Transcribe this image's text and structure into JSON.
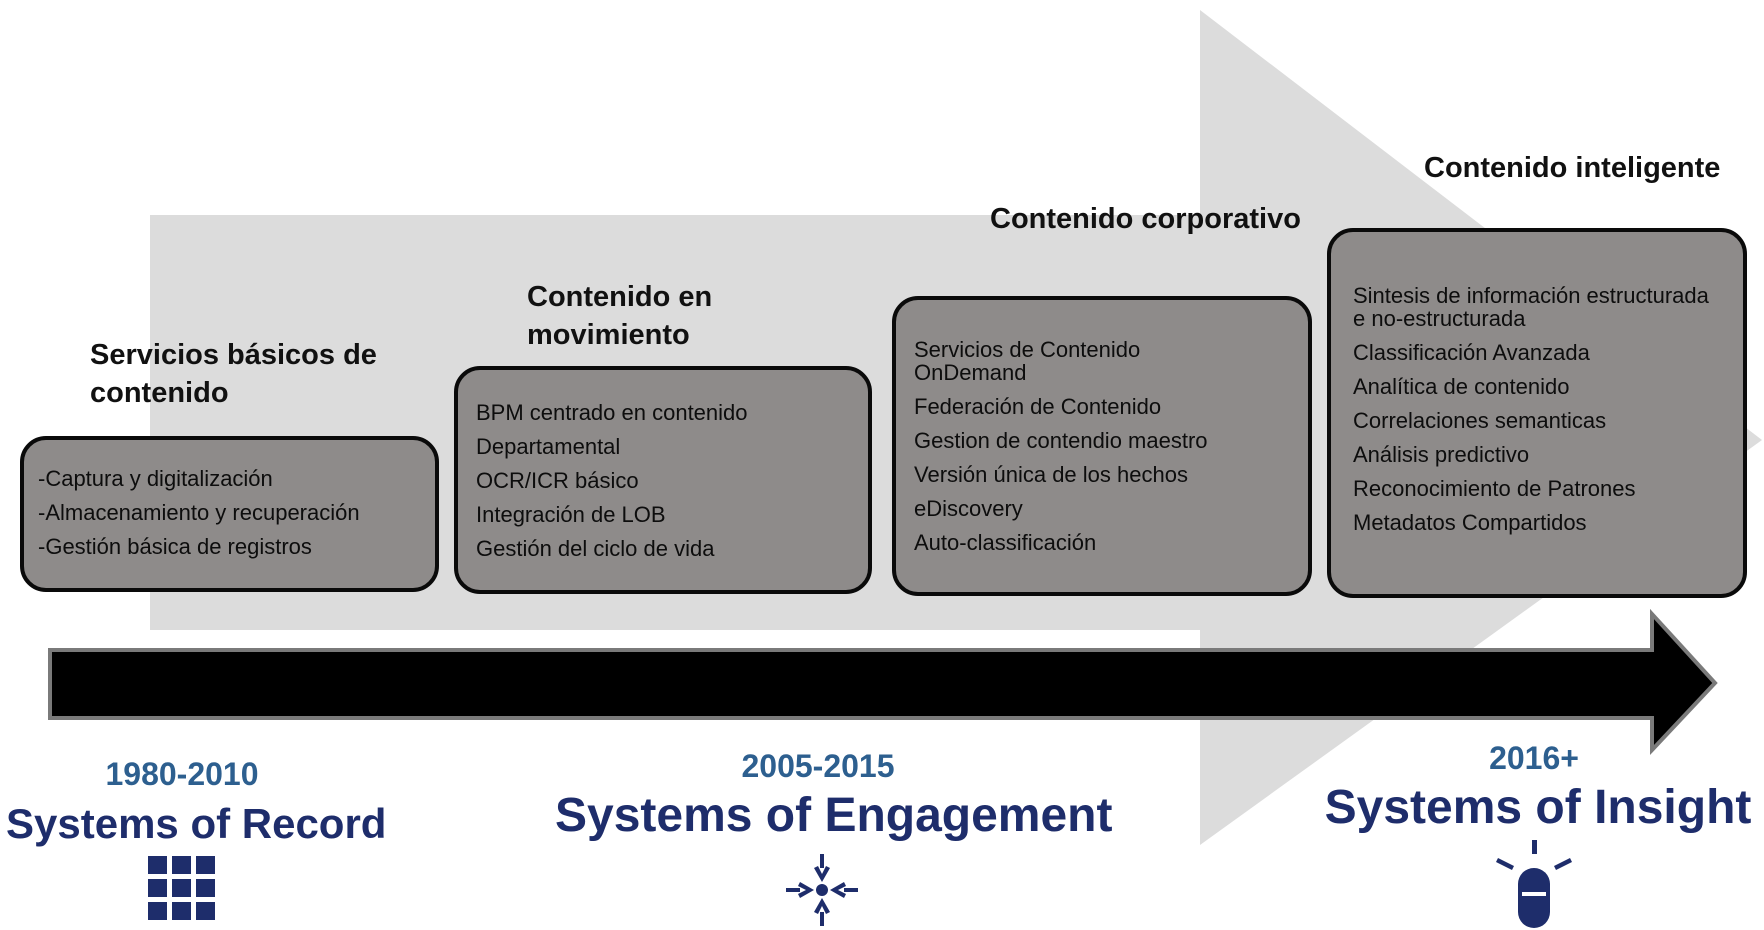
{
  "colors": {
    "background_arrow": "#dcdcdc",
    "timeline_arrow": "#000000",
    "box_fill": "#8e8b8a",
    "year_color": "#2d5f8f",
    "era_color": "#1e2d6b"
  },
  "stages": [
    {
      "title": "Servicios básicos de contenido",
      "items": [
        "-Captura y digitalización",
        "-Almacenamiento y recuperación",
        "-Gestión básica de registros"
      ]
    },
    {
      "title": "Contenido en movimiento",
      "items": [
        "BPM centrado en contenido",
        "Departamental",
        "OCR/ICR básico",
        "Integración de LOB",
        "Gestión del ciclo de vida"
      ]
    },
    {
      "title": "Contenido corporativo",
      "items": [
        "Servicios de Contenido OnDemand",
        "Federación de Contenido",
        "Gestion de contendio maestro",
        "Versión única de los hechos",
        "eDiscovery",
        "Auto-classificación"
      ]
    },
    {
      "title": "Contenido inteligente",
      "items": [
        "Sintesis de información estructurada e no-estructurada",
        "Classificación Avanzada",
        "Analítica de contenido",
        "Correlaciones semanticas",
        "Análisis predictivo",
        "Reconocimiento de Patrones",
        "Metadatos Compartidos"
      ]
    }
  ],
  "eras": [
    {
      "years": "1980-2010",
      "name": "Systems of Record",
      "icon": "grid-icon"
    },
    {
      "years": "2005-2015",
      "name": "Systems of Engagement",
      "icon": "snowflake-icon"
    },
    {
      "years": "2016+",
      "name": "Systems of Insight",
      "icon": "lightbulb-icon"
    }
  ]
}
